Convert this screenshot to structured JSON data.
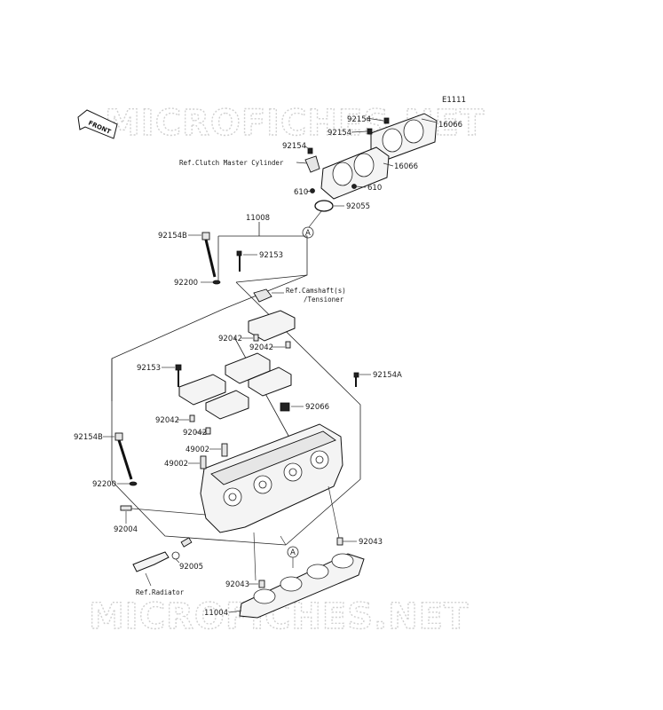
{
  "diagram_id": "E1111",
  "watermark": "MICROFICHES.NET",
  "front_label": "FRONT",
  "callout_letter": "A",
  "labels": {
    "p92154_top": "92154",
    "p16066_top": "16066",
    "p92154_mid": "92154",
    "p92154_left": "92154",
    "ref_clutch": "Ref.Clutch Master Cylinder",
    "p16066_mid": "16066",
    "p610_left": "610",
    "p610_right": "610",
    "p92055": "92055",
    "p11008": "11008",
    "p92154B_top": "92154B",
    "p92153_top": "92153",
    "p92200_top": "92200",
    "ref_camshaft_1": "Ref.Camshaft(s)",
    "ref_camshaft_2": "/Tensioner",
    "p92042_a": "92042",
    "p92042_b": "92042",
    "p92153_mid": "92153",
    "p92154A": "92154A",
    "p92066": "92066",
    "p92042_c": "92042",
    "p92042_d": "92042",
    "p92154B_low": "92154B",
    "p49002_a": "49002",
    "p49002_b": "49002",
    "p92200_low": "92200",
    "p92004": "92004",
    "p92043_right": "92043",
    "p92005": "92005",
    "ref_radiator": "Ref.Radiator",
    "p92043_low": "92043",
    "p11004": "11004"
  }
}
